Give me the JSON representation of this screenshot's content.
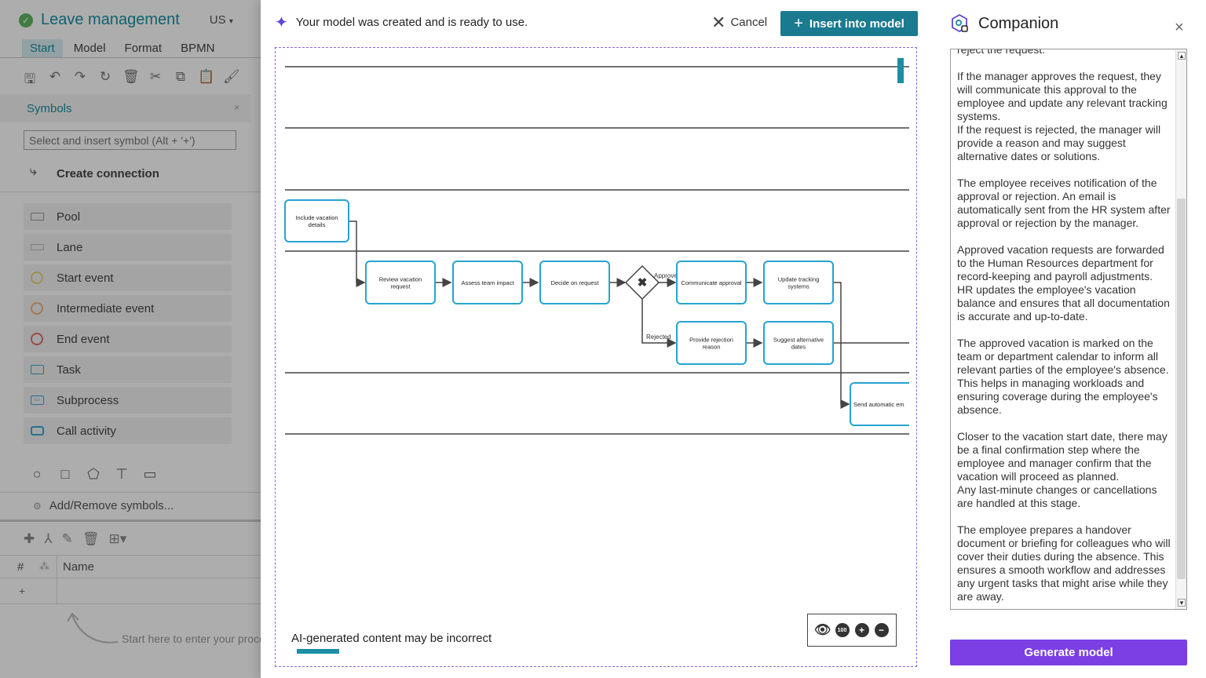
{
  "app": {
    "title": "Leave management",
    "locale": "US",
    "menu_tabs": [
      "Start",
      "Model",
      "Format",
      "BPMN"
    ],
    "active_tab": "Start",
    "symbols": {
      "title": "Symbols",
      "close": "×",
      "search_placeholder": "Select and insert symbol (Alt + '+')",
      "create_connection": "Create connection",
      "items": [
        "Pool",
        "Lane",
        "Start event",
        "Intermediate event",
        "End event",
        "Task",
        "Subprocess",
        "Call activity"
      ],
      "add_remove": "Add/Remove symbols..."
    },
    "grid": {
      "hash": "#",
      "name_header": "Name",
      "add": "+",
      "hint": "Start here to enter your process"
    }
  },
  "modal": {
    "message": "Your model was created and is ready to use.",
    "cancel_label": "Cancel",
    "insert_label": "Insert into model",
    "ai_note": "AI-generated content may be incorrect",
    "accent": "#1a7a90",
    "diagram": {
      "tasks": [
        "Include vacation details",
        "Review vacation request",
        "Assess team impact",
        "Decide on request",
        "Communicate approval",
        "Update tracking systems",
        "Provide rejection reason",
        "Suggest alternative dates",
        "Send automatic em"
      ],
      "gateway_labels": {
        "approved": "Approved",
        "rejected": "Rejected"
      }
    },
    "zoom_controls": [
      "eye-icon",
      "zoom-100-icon",
      "zoom-in-icon",
      "zoom-out-icon"
    ],
    "zoom_100_label": "100"
  },
  "companion": {
    "title": "Companion",
    "close": "×",
    "text": "reject the request.\n\nIf the manager approves the request, they will communicate this approval to the employee and update any relevant tracking systems.\nIf the request is rejected, the manager will provide a reason and may suggest alternative dates or solutions.\n\nThe employee receives notification of the approval or rejection. An email is automatically sent from the HR system after approval or rejection by the manager.\n\nApproved vacation requests are forwarded to the Human Resources department for record-keeping and payroll adjustments. HR updates the employee's vacation balance and ensures that all documentation is accurate and up-to-date.\n\nThe approved vacation is marked on the team or department calendar to inform all relevant parties of the employee's absence. This helps in managing workloads and ensuring coverage during the employee's absence.\n\nCloser to the vacation start date, there may be a final confirmation step where the employee and manager confirm that the vacation will proceed as planned.\nAny last-minute changes or cancellations are handled at this stage.\n\nThe employee prepares a handover document or briefing for colleagues who will cover their duties during the absence. This ensures a smooth workflow and addresses any urgent tasks that might arise while they are away.",
    "generate_label": "Generate model",
    "accent": "#7b3fe4"
  }
}
